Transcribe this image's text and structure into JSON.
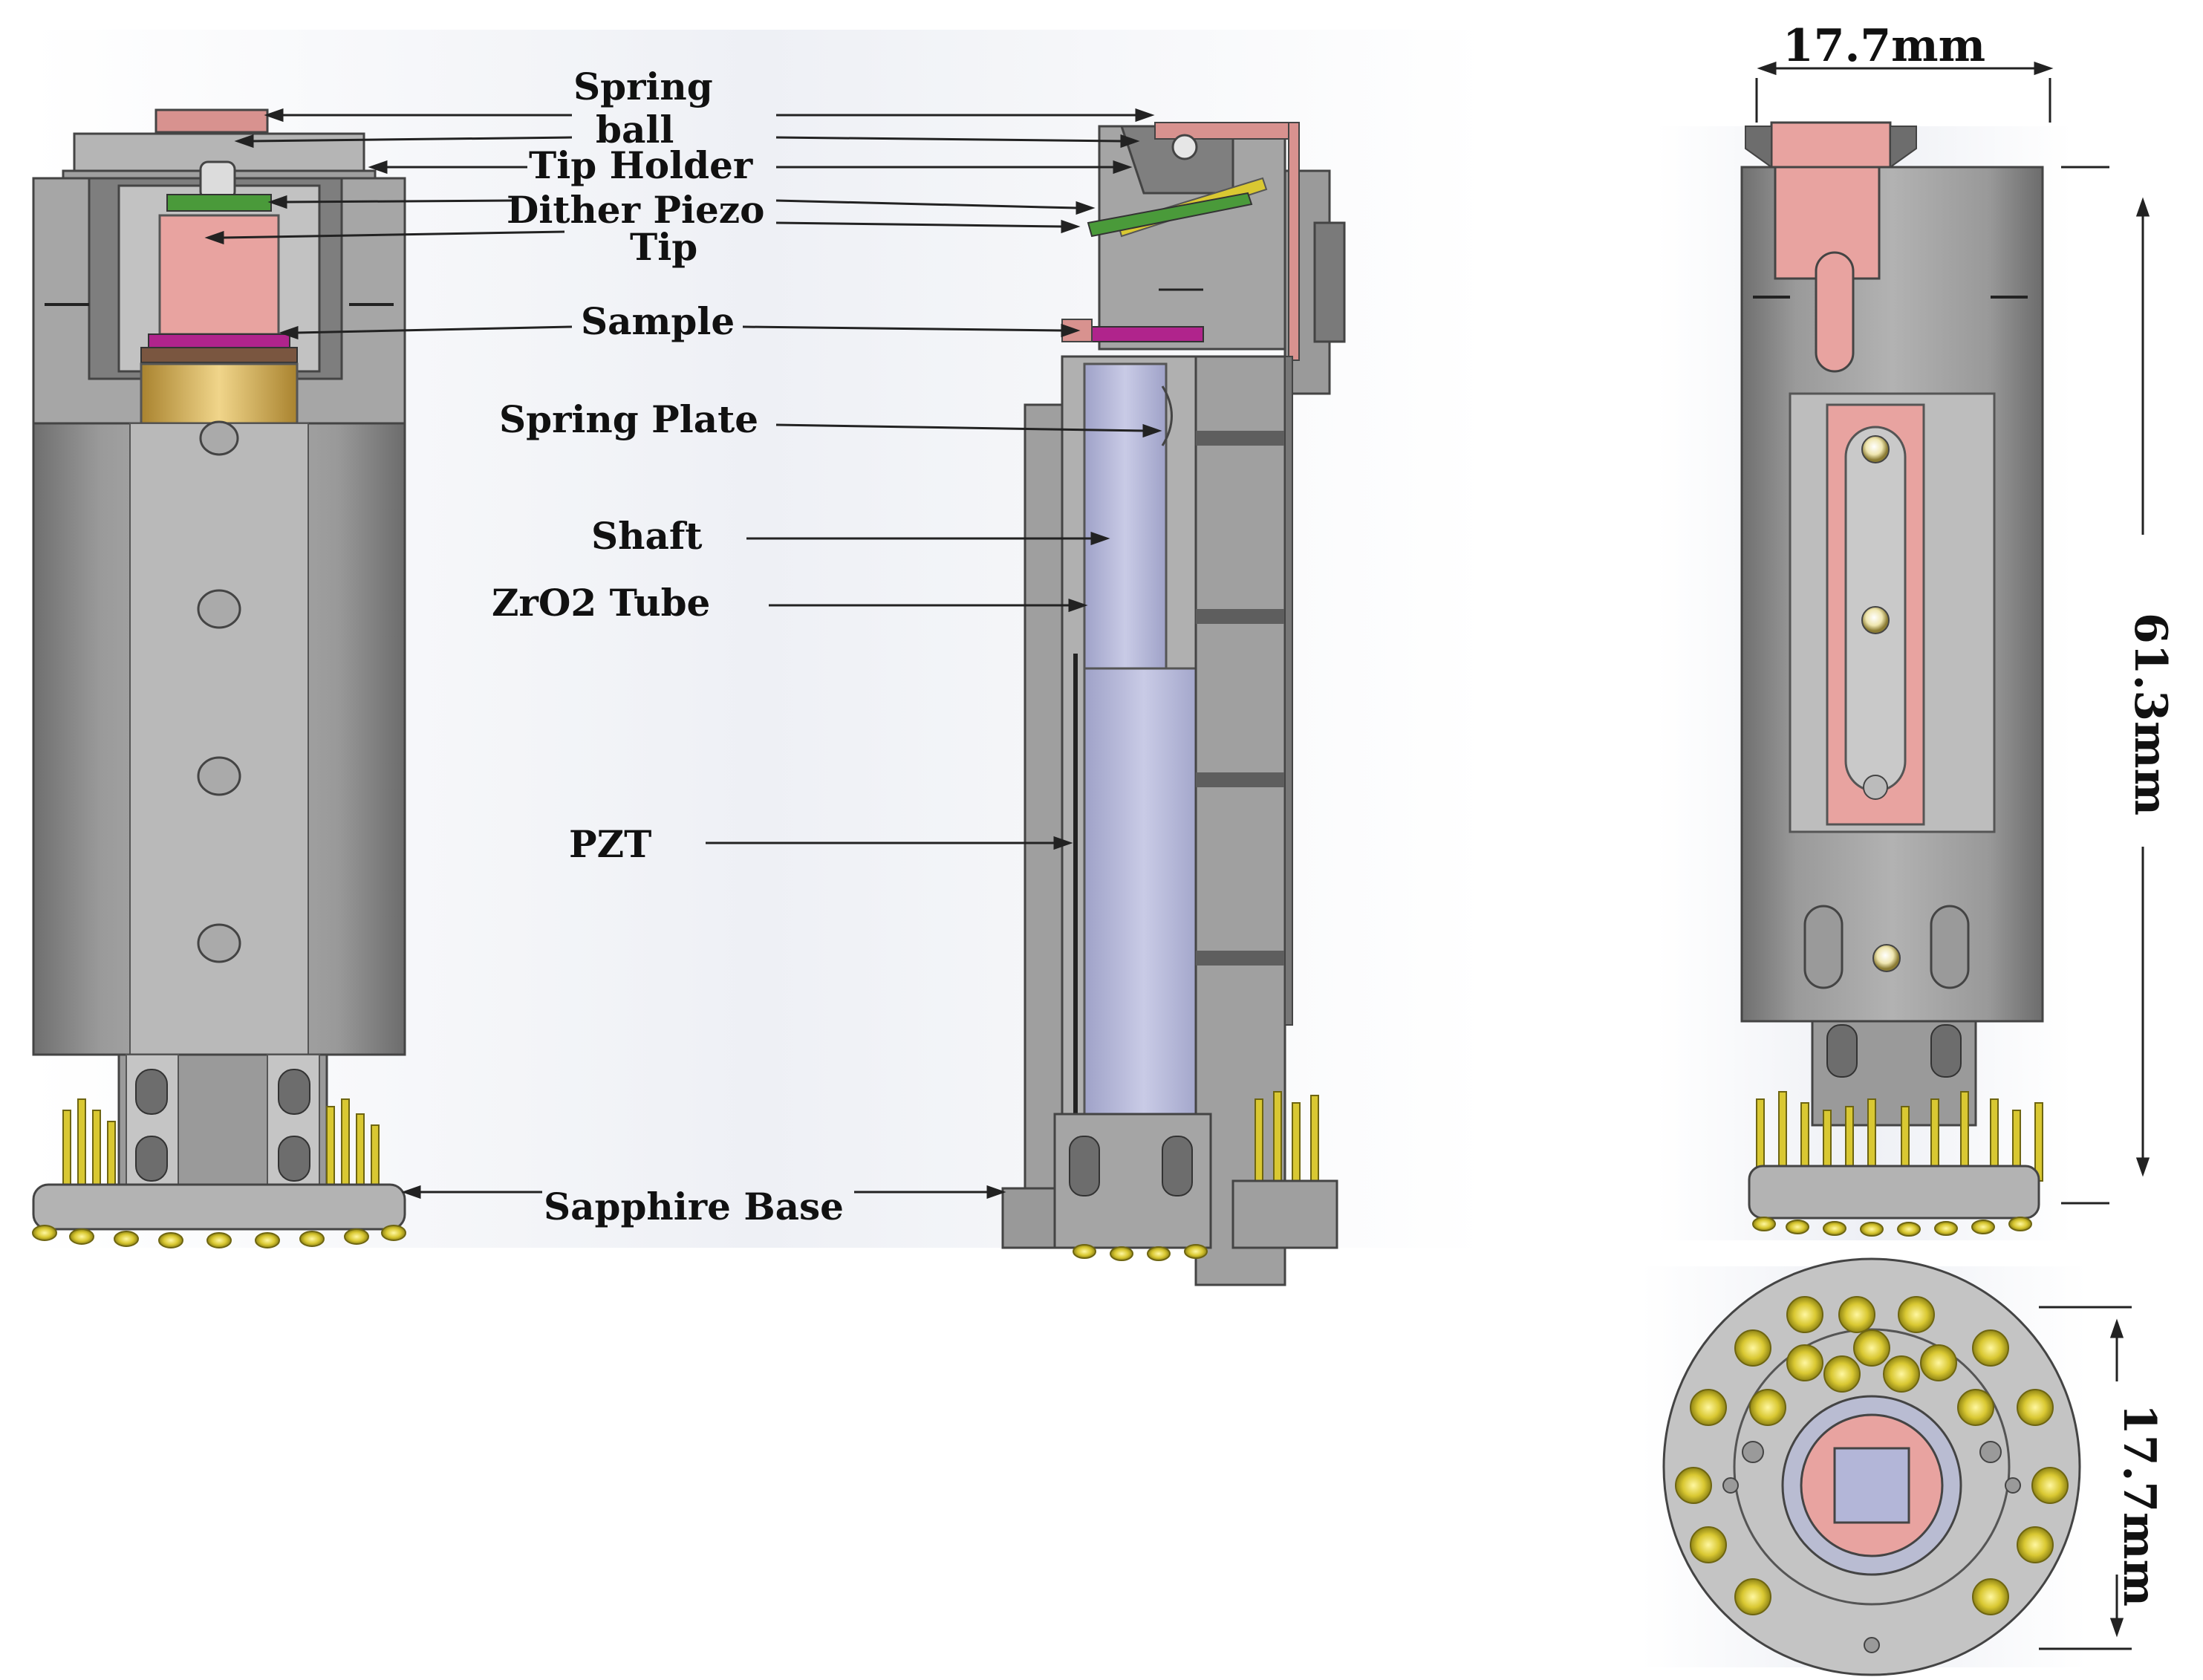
{
  "labels": {
    "spring": "Spring",
    "ball": "ball",
    "tip_holder": "Tip Holder",
    "dither_piezo": "Dither Piezo",
    "tip": "Tip",
    "sample": "Sample",
    "spring_plate": "Spring Plate",
    "shaft": "Shaft",
    "zro2_tube": "ZrO2 Tube",
    "pzt": "PZT",
    "sapphire_base": "Sapphire Base"
  },
  "dimensions": {
    "top_width": "17.7mm",
    "height": "61.3mm",
    "base_diameter": "17.7mm"
  },
  "colors": {
    "body_gray": "#8f8f8f",
    "body_light": "#b7b7b7",
    "body_dark": "#6d6d6d",
    "copper_pink": "#e8a3a0",
    "pin_yellow": "#d9c832",
    "brass": "#d4b25c",
    "tube_blue": "#b3b6d8",
    "magenta": "#b0248c",
    "green": "#4a9a3a",
    "background_haze": "#e8ebf1"
  }
}
